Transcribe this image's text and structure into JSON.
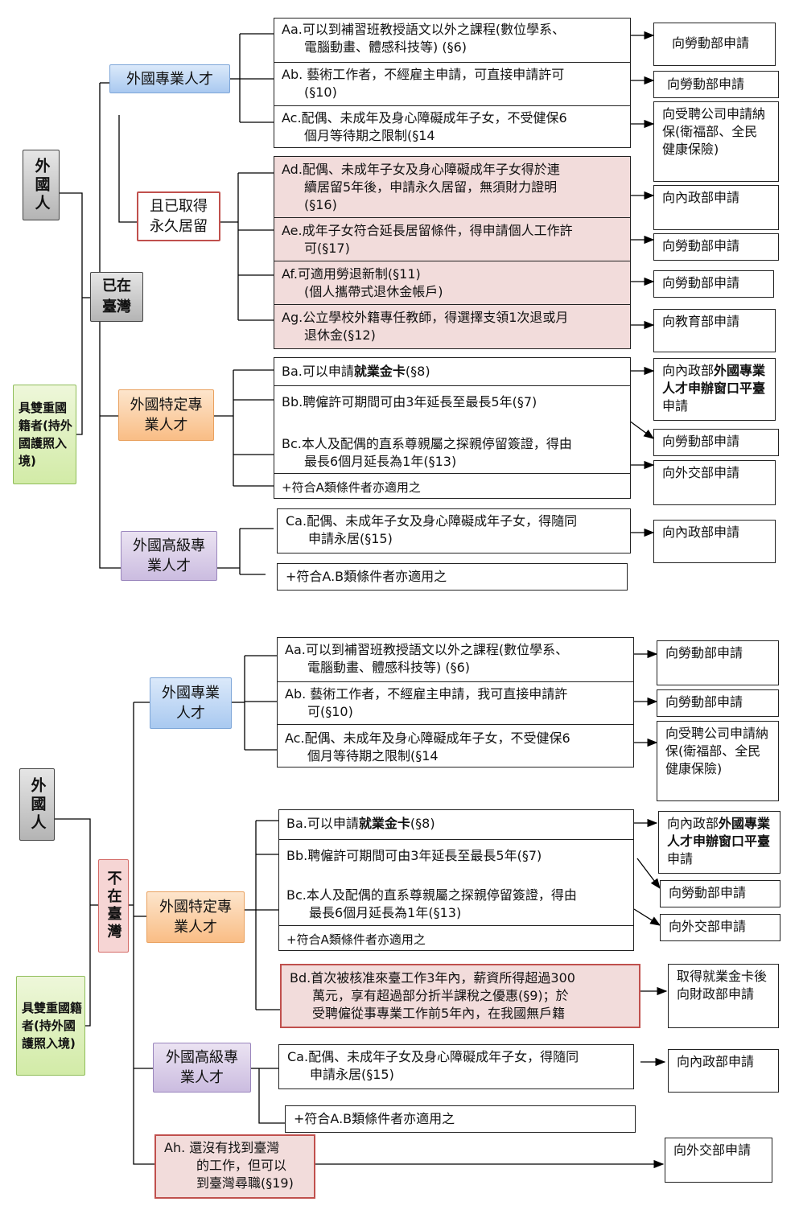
{
  "top": {
    "root": "外國人",
    "dual": "具雙重國籍者(持外國護照入境)",
    "status": "已在臺灣",
    "cat_a": "外國專業人才",
    "cat_perm": "且已取得永久居留",
    "cat_b": "外國特定專業人才",
    "cat_c": "外國高級專業人才",
    "items": {
      "aa_1": "Aa.可以到補習班教授語文以外之課程(數位學系、",
      "aa_2": "電腦動畫、體感科技等) (§6)",
      "ab_1": "Ab. 藝術工作者，不經雇主申請，可直接申請許可",
      "ab_2": "(§10)",
      "ac_1": "Ac.配偶、未成年及身心障礙成年子女，不受健保6",
      "ac_2": "個月等待期之限制(§14",
      "ad_1": "Ad.配偶、未成年子女及身心障礙成年子女得於連",
      "ad_2": "續居留5年後，申請永久居留，無須財力證明",
      "ad_3": "(§16)",
      "ae_1": "Ae.成年子女符合延長居留條件，得申請個人工作許",
      "ae_2": "可(§17)",
      "af_1": "Af.可適用勞退新制(§11)",
      "af_2": "(個人攜帶式退休金帳戶)",
      "ag_1": "Ag.公立學校外籍專任教師，得選擇支領1次退或月",
      "ag_2": "退休金(§12)",
      "ba_pre": "Ba.可以申請",
      "ba_bold": "就業金卡",
      "ba_post": "(§8)",
      "bb": "Bb.聘僱許可期間可由3年延長至最長5年(§7)",
      "bc_1": "Bc.本人及配偶的直系尊親屬之探親停留簽證，得由",
      "bc_2": "最長6個月延長為1年(§13)",
      "b_plus": "+符合A類條件者亦適用之",
      "ca_1": "Ca.配偶、未成年子女及身心障礙成年子女，得隨同",
      "ca_2": "申請永居(§15)",
      "c_plus": "+符合A.B類條件者亦適用之"
    },
    "dest": {
      "aa": "向勞動部申請",
      "ab": "向勞動部申請",
      "ac": "向受聘公司申請納保(衛福部、全民健康保險)",
      "ad": "向內政部申請",
      "ae": "向勞動部申請",
      "af": "向勞動部申請",
      "ag": "向教育部申請",
      "ba_pre": "向內政部",
      "ba_bold": "外國專業人才申辦窗口平臺",
      "ba_post": "申請",
      "bb": "向勞動部申請",
      "bc": "向外交部申請",
      "ca": "向內政部申請"
    }
  },
  "bottom": {
    "root": "外國人",
    "dual": "具雙重國籍者(持外國護照入境)",
    "status": "不在臺灣",
    "cat_a": "外國專業人才",
    "cat_b": "外國特定專業人才",
    "cat_c": "外國高級專業人才",
    "items": {
      "aa_1": "Aa.可以到補習班教授語文以外之課程(數位學系、",
      "aa_2": "電腦動畫、體感科技等) (§6)",
      "ab_1": "Ab. 藝術工作者，不經雇主申請，我可直接申請許",
      "ab_2": "可(§10)",
      "ac_1": "Ac.配偶、未成年及身心障礙成年子女，不受健保6",
      "ac_2": "個月等待期之限制(§14",
      "ba_pre": "Ba.可以申請",
      "ba_bold": "就業金卡",
      "ba_post": "(§8)",
      "bb": "Bb.聘僱許可期間可由3年延長至最長5年(§7)",
      "bc_1": "Bc.本人及配偶的直系尊親屬之探親停留簽證，得由",
      "bc_2": "最長6個月延長為1年(§13)",
      "b_plus": "+符合A類條件者亦適用之",
      "bd_1": "Bd.首次被核准來臺工作3年內，薪資所得超過300",
      "bd_2": "萬元，享有超過部分折半課稅之優惠(§9)；於",
      "bd_3": "受聘僱從事專業工作前5年內，在我國無戶籍",
      "ca_1": "Ca.配偶、未成年子女及身心障礙成年子女，得隨同",
      "ca_2": "申請永居(§15)",
      "c_plus": "+符合A.B類條件者亦適用之",
      "ah_1": "Ah.  還沒有找到臺灣",
      "ah_2": "的工作，但可以",
      "ah_3": "到臺灣尋職(§19)"
    },
    "dest": {
      "aa": "向勞動部申請",
      "ab": "向勞動部申請",
      "ac": "向受聘公司申請納保(衛福部、全民健康保險)",
      "ba_pre": "向內政部",
      "ba_bold": "外國專業人才申辦窗口平臺",
      "ba_post": "申請",
      "bb": "向勞動部申請",
      "bc": "向外交部申請",
      "bd": "取得就業金卡後向財政部申請",
      "ca": "向內政部申請",
      "ah": "向外交部申請"
    }
  }
}
